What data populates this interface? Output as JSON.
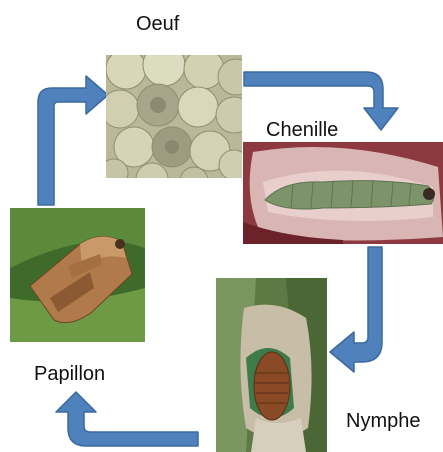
{
  "stages": {
    "egg": {
      "label": "Oeuf"
    },
    "caterpillar": {
      "label": "Chenille"
    },
    "pupa": {
      "label": "Nymphe"
    },
    "butterfly": {
      "label": "Papillon"
    }
  },
  "colors": {
    "arrow_fill": "#4f81bd",
    "arrow_stroke": "#3a6a9e"
  }
}
